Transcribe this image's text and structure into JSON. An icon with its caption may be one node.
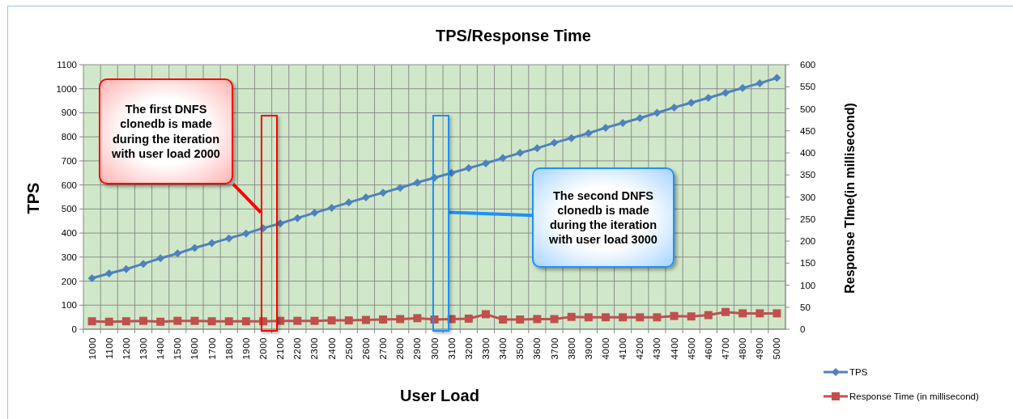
{
  "diagram": {
    "nodes": [
      {
        "text": [
          "The first DNFS clonedb is made during the iteration with user load 2000"
        ]
      },
      {
        "text": [
          "The second DNFS clonedb is made during the iteration with user load 3000"
        ]
      },
      {
        "text": [],
        "shape": "box"
      },
      {
        "text": [],
        "shape": "box"
      }
    ],
    "edges": [
      {
        "from": 0,
        "to": 2,
        "arrow": "none",
        "color": "#ff0000"
      },
      {
        "from": 1,
        "to": 3,
        "arrow": "none",
        "color": "#1e90ff"
      }
    ],
    "chart_data": [
      {
        "type": "line",
        "title": "TPS/Response Time",
        "xlabel": "User Load",
        "ylabel": "TPS",
        "categories": [
          "1000",
          "1100",
          "1200",
          "1300",
          "1400",
          "1500",
          "1600",
          "1700",
          "1800",
          "1900",
          "2000",
          "2100",
          "2200",
          "2300",
          "2400",
          "2500",
          "2600",
          "2700",
          "2800",
          "2900",
          "3000",
          "3100",
          "3200",
          "3300",
          "3400",
          "3500",
          "3600",
          "3700",
          "3800",
          "3900",
          "4000",
          "4100",
          "4200",
          "4300",
          "4400",
          "4500",
          "4600",
          "4700",
          "4800",
          "4900",
          "5000"
        ],
        "series": [
          {
            "name": "TPS",
            "color": "#4f81bd",
            "marker": "diamond",
            "values": [
              212,
              232,
              250,
              272,
              295,
              315,
              338,
              358,
              378,
              398,
              420,
              440,
              462,
              484,
              505,
              527,
              548,
              568,
              588,
              610,
              630,
              650,
              670,
              690,
              712,
              733,
              753,
              775,
              795,
              815,
              838,
              858,
              878,
              900,
              922,
              942,
              962,
              983,
              1003,
              1023,
              1045
            ]
          }
        ],
        "ylim": [
          0,
          1100
        ],
        "yticks": [
          0,
          100,
          200,
          300,
          400,
          500,
          600,
          700,
          800,
          900,
          1000,
          1100
        ],
        "grid": true,
        "legend": "right"
      },
      {
        "type": "line",
        "ylabel": "Response TIme(in millisecond)",
        "series": [
          {
            "name": "Response Time (in millisecond)",
            "color": "#c0504d",
            "marker": "square",
            "values": [
              18,
              17,
              18,
              19,
              17,
              19,
              19,
              18,
              18,
              18,
              18,
              19,
              19,
              19,
              20,
              20,
              21,
              22,
              23,
              25,
              22,
              23,
              24,
              34,
              22,
              22,
              23,
              23,
              28,
              27,
              27,
              27,
              27,
              27,
              30,
              29,
              32,
              39,
              36,
              36,
              36
            ]
          }
        ],
        "ylim": [
          0,
          600
        ],
        "yticks": [
          0,
          50,
          100,
          150,
          200,
          250,
          300,
          350,
          400,
          450,
          500,
          550,
          600
        ],
        "legend": "right"
      }
    ]
  }
}
